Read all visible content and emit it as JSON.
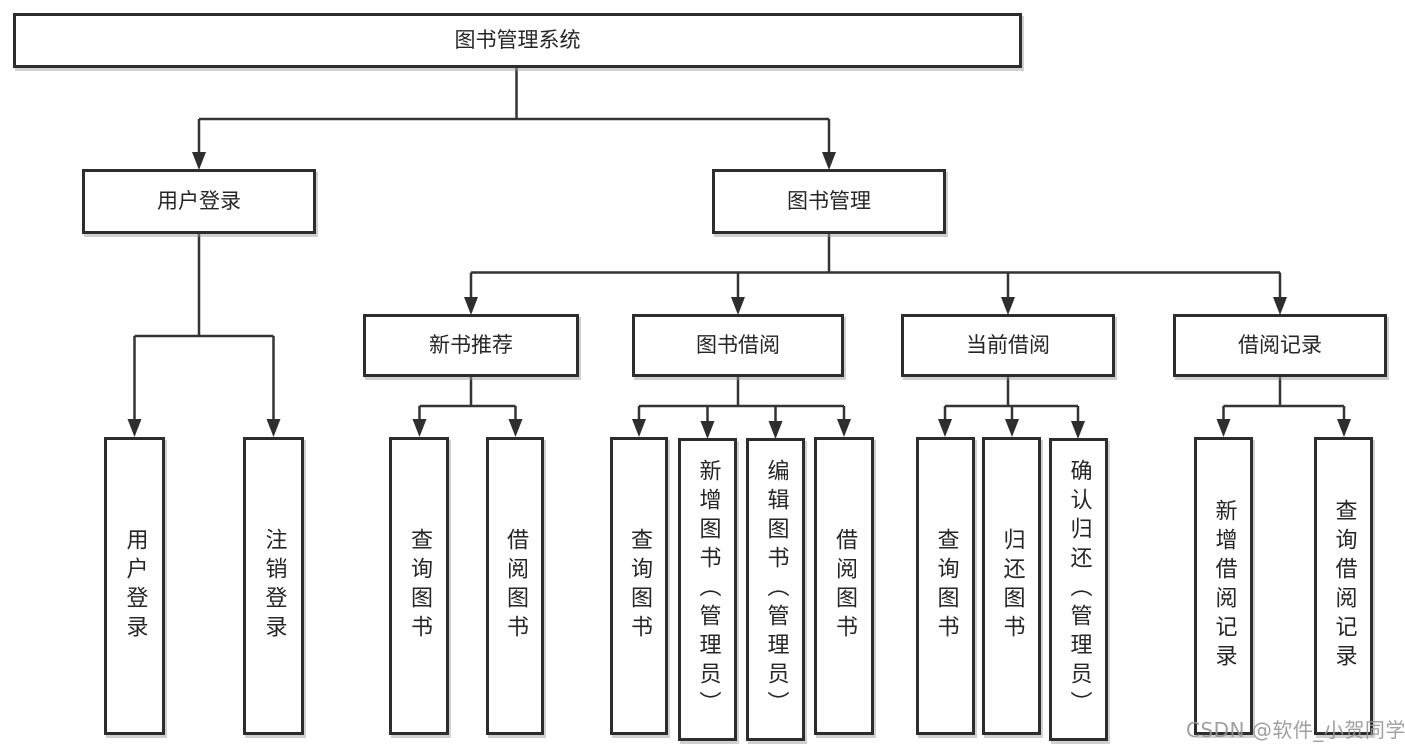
{
  "diagram": {
    "colors": {
      "background": "#ffffff",
      "line": "#343434",
      "box_border": "#2d2d2d",
      "text": "#262626",
      "watermark": "#969696"
    },
    "watermark": "CSDN @软件_小贺同学",
    "tree": {
      "root": {
        "label": "图书管理系统",
        "children": [
          {
            "label": "用户登录",
            "children": [
              {
                "label": "用户登录"
              },
              {
                "label": "注销登录"
              }
            ]
          },
          {
            "label": "图书管理",
            "children": [
              {
                "label": "新书推荐",
                "children": [
                  {
                    "label": "查询图书"
                  },
                  {
                    "label": "借阅图书"
                  }
                ]
              },
              {
                "label": "图书借阅",
                "children": [
                  {
                    "label": "查询图书"
                  },
                  {
                    "label": "新增图书（管理员）"
                  },
                  {
                    "label": "编辑图书（管理员）"
                  },
                  {
                    "label": "借阅图书"
                  }
                ]
              },
              {
                "label": "当前借阅",
                "children": [
                  {
                    "label": "查询图书"
                  },
                  {
                    "label": "归还图书"
                  },
                  {
                    "label": "确认归还（管理员）"
                  }
                ]
              },
              {
                "label": "借阅记录",
                "children": [
                  {
                    "label": "新增借阅记录"
                  },
                  {
                    "label": "查询借阅记录"
                  }
                ]
              }
            ]
          }
        ]
      }
    }
  }
}
